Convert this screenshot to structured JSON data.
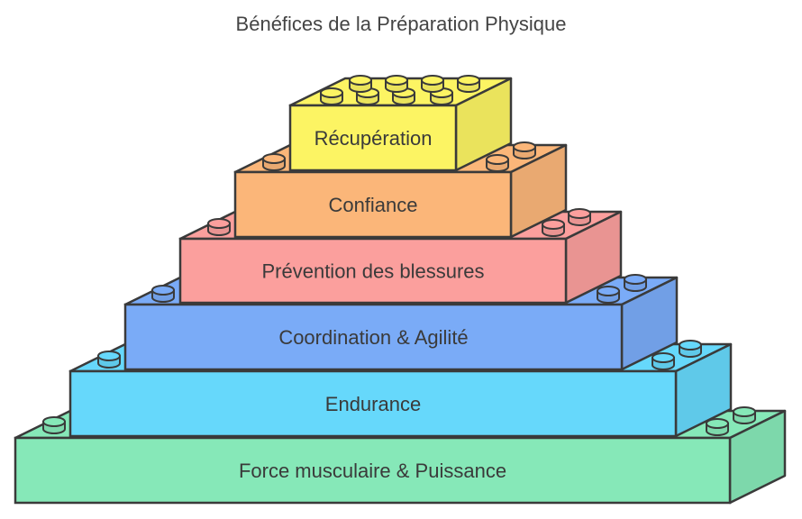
{
  "title": "Bénéfices de la Préparation Physique",
  "layers": [
    {
      "label": "Force musculaire & Puissance",
      "color": "#86e8b8"
    },
    {
      "label": "Endurance",
      "color": "#66d8fb"
    },
    {
      "label": "Coordination & Agilité",
      "color": "#7aabf7"
    },
    {
      "label": "Prévention des blessures",
      "color": "#fb9f9d"
    },
    {
      "label": "Confiance",
      "color": "#fbb679"
    },
    {
      "label": "Récupération",
      "color": "#fcf463"
    }
  ]
}
